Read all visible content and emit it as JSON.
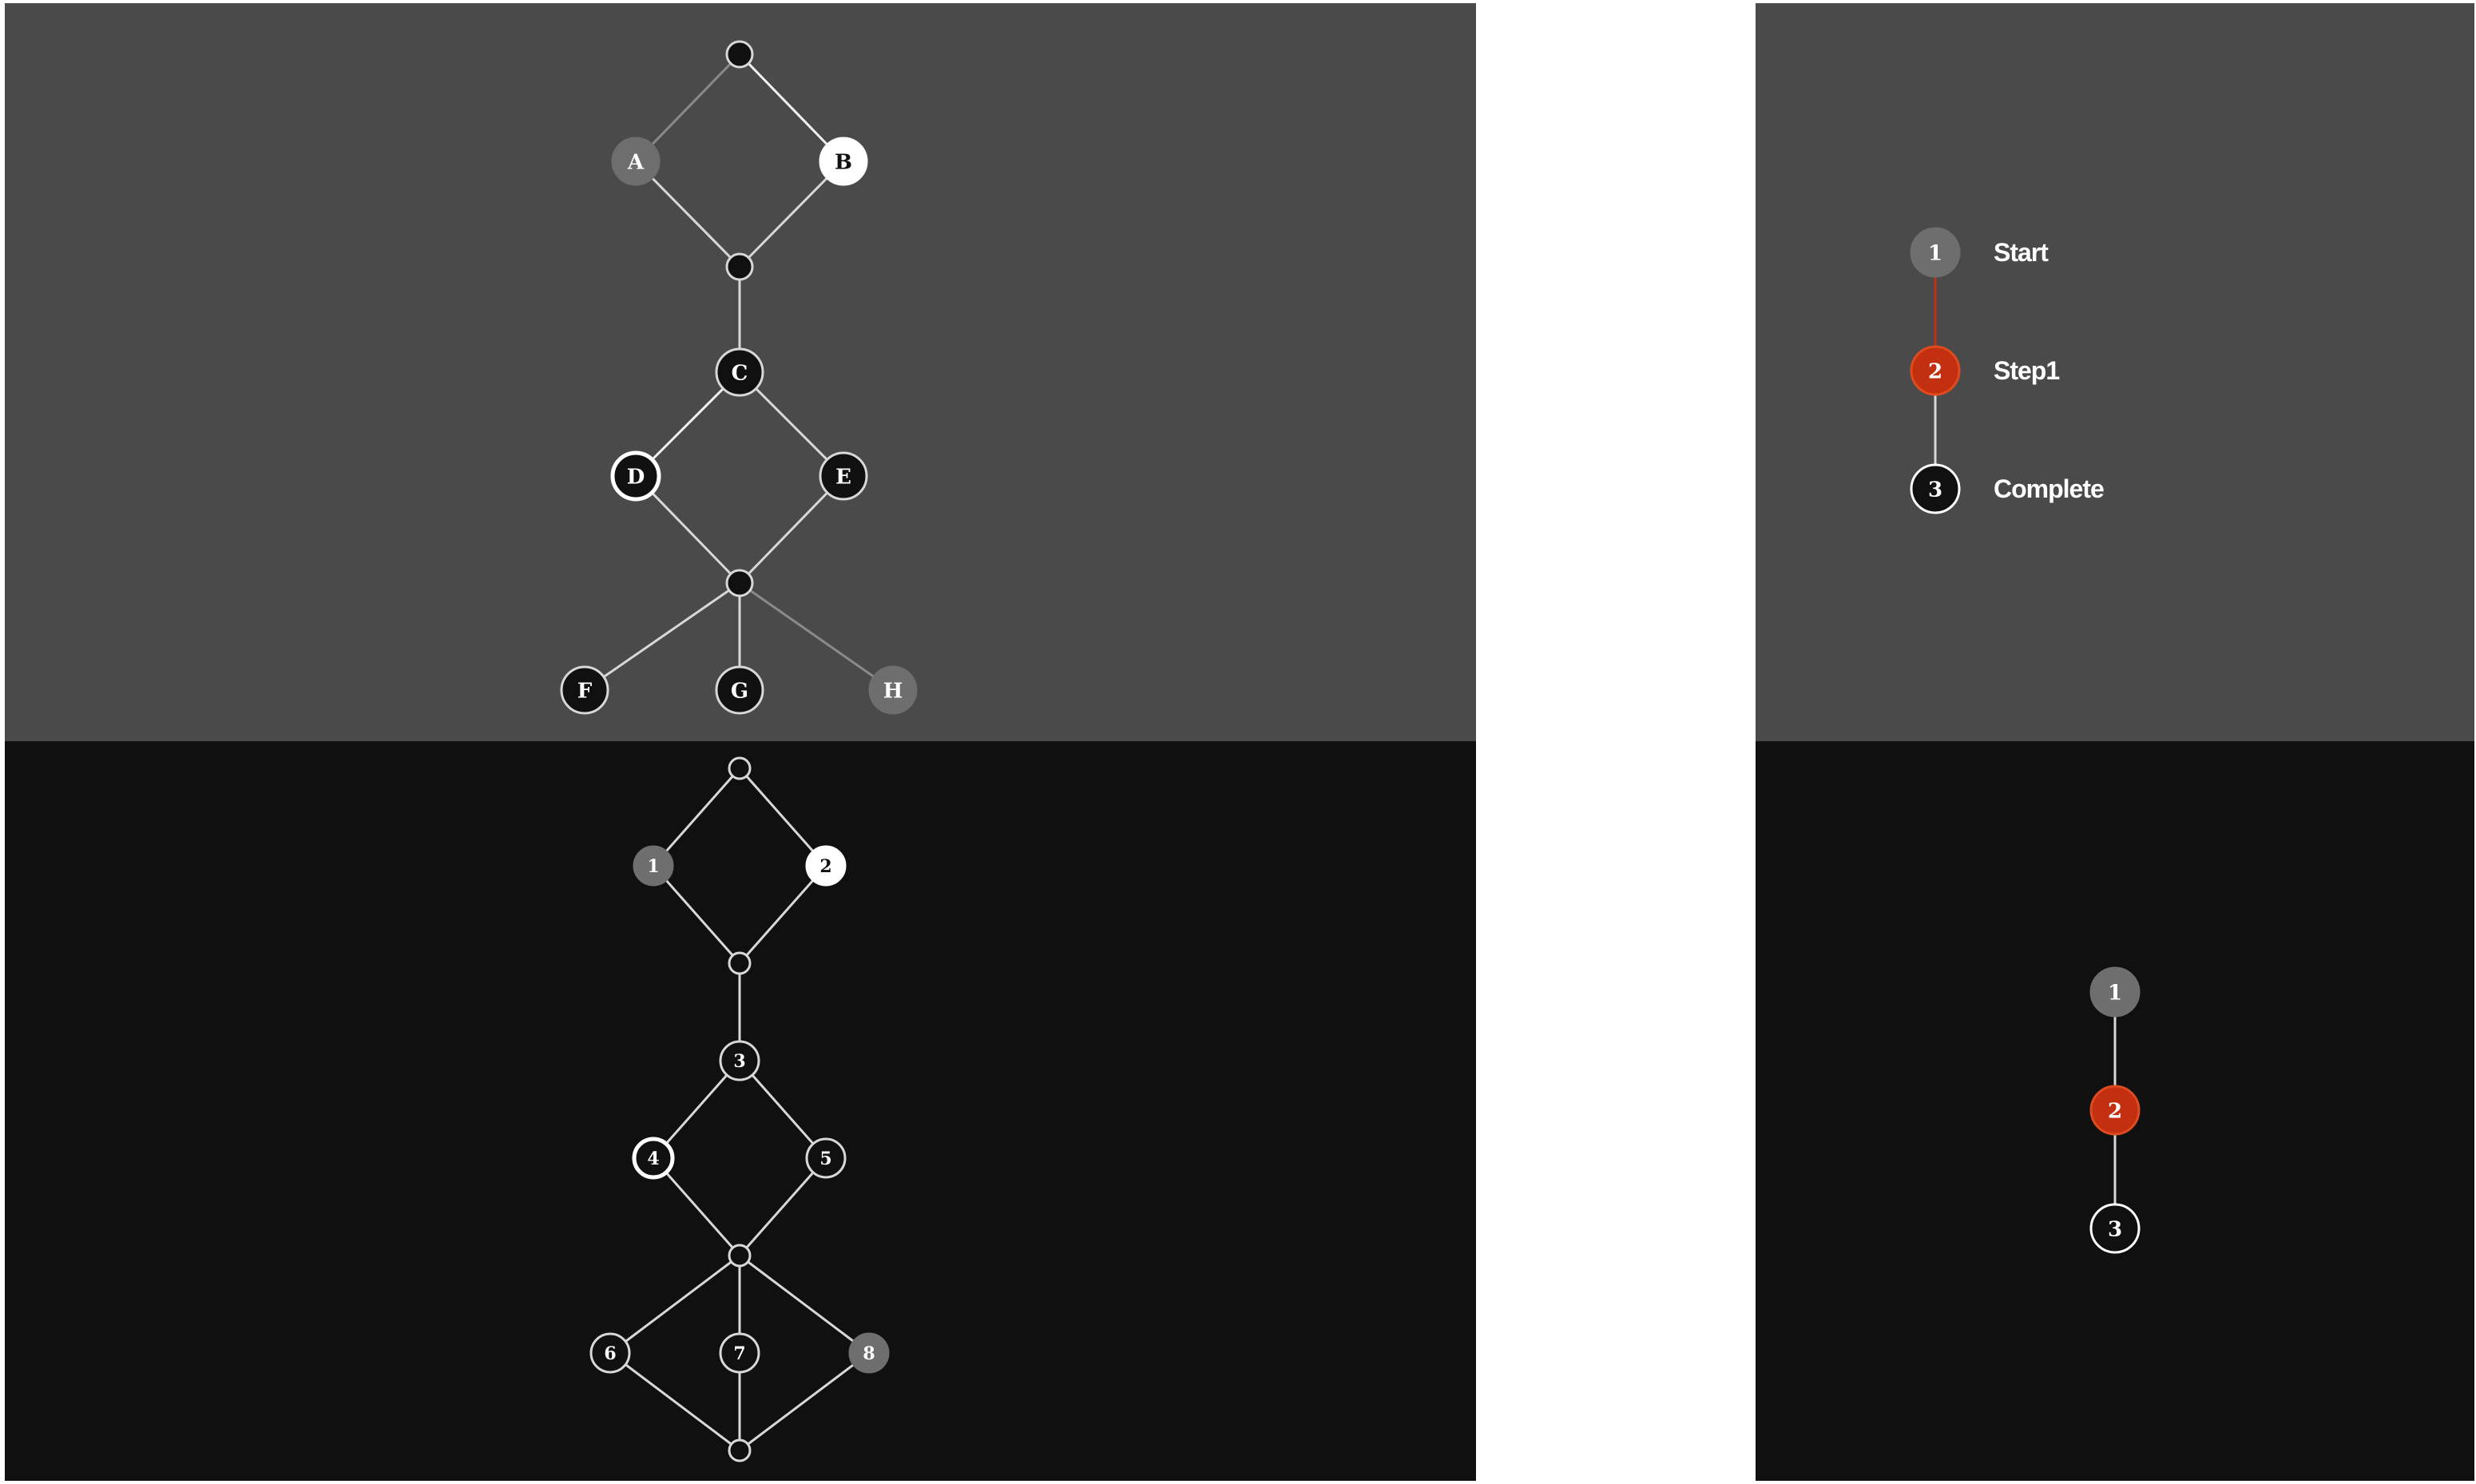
{
  "colors": {
    "grey_panel": "#4a4a4a",
    "black_panel": "#101010",
    "node_grey": "#6e6e6e",
    "node_white": "#ffffff",
    "node_black": "#101010",
    "edge_light": "#d8d8d8",
    "edge_dim": "#8a8a8a",
    "accent_red": "#c23010"
  },
  "letter_graph": {
    "nodes": [
      {
        "id": "top",
        "label": "",
        "style": "junction"
      },
      {
        "id": "A",
        "label": "A",
        "style": "grey"
      },
      {
        "id": "B",
        "label": "B",
        "style": "white"
      },
      {
        "id": "j1",
        "label": "",
        "style": "junction"
      },
      {
        "id": "C",
        "label": "C",
        "style": "black"
      },
      {
        "id": "D",
        "label": "D",
        "style": "black-bold-ring"
      },
      {
        "id": "E",
        "label": "E",
        "style": "black"
      },
      {
        "id": "j2",
        "label": "",
        "style": "junction"
      },
      {
        "id": "F",
        "label": "F",
        "style": "black"
      },
      {
        "id": "G",
        "label": "G",
        "style": "black"
      },
      {
        "id": "H",
        "label": "H",
        "style": "grey"
      }
    ],
    "edges": [
      [
        "top",
        "A",
        "dim"
      ],
      [
        "top",
        "B",
        "bright"
      ],
      [
        "A",
        "j1",
        "light"
      ],
      [
        "B",
        "j1",
        "light"
      ],
      [
        "j1",
        "C",
        "light"
      ],
      [
        "C",
        "D",
        "bright"
      ],
      [
        "C",
        "E",
        "light"
      ],
      [
        "D",
        "j2",
        "light"
      ],
      [
        "E",
        "j2",
        "light"
      ],
      [
        "j2",
        "F",
        "light"
      ],
      [
        "j2",
        "G",
        "light"
      ],
      [
        "j2",
        "H",
        "dim"
      ]
    ]
  },
  "number_graph": {
    "nodes": [
      {
        "id": "top",
        "label": "",
        "style": "junction"
      },
      {
        "id": "n1",
        "label": "1",
        "style": "grey"
      },
      {
        "id": "n2",
        "label": "2",
        "style": "white"
      },
      {
        "id": "j1",
        "label": "",
        "style": "junction"
      },
      {
        "id": "n3",
        "label": "3",
        "style": "black"
      },
      {
        "id": "n4",
        "label": "4",
        "style": "black-bold-ring"
      },
      {
        "id": "n5",
        "label": "5",
        "style": "black"
      },
      {
        "id": "j2",
        "label": "",
        "style": "junction"
      },
      {
        "id": "n6",
        "label": "6",
        "style": "black"
      },
      {
        "id": "n7",
        "label": "7",
        "style": "black"
      },
      {
        "id": "n8",
        "label": "8",
        "style": "grey"
      },
      {
        "id": "bottom",
        "label": "",
        "style": "junction"
      }
    ],
    "edges": [
      [
        "top",
        "n1",
        "light"
      ],
      [
        "top",
        "n2",
        "light"
      ],
      [
        "n1",
        "j1",
        "light"
      ],
      [
        "n2",
        "j1",
        "light"
      ],
      [
        "j1",
        "n3",
        "light"
      ],
      [
        "n3",
        "n4",
        "light"
      ],
      [
        "n3",
        "n5",
        "light"
      ],
      [
        "n4",
        "j2",
        "light"
      ],
      [
        "n5",
        "j2",
        "light"
      ],
      [
        "j2",
        "n6",
        "light"
      ],
      [
        "j2",
        "n7",
        "light"
      ],
      [
        "j2",
        "n8",
        "light"
      ],
      [
        "n6",
        "bottom",
        "light"
      ],
      [
        "n7",
        "bottom",
        "light"
      ],
      [
        "n8",
        "bottom",
        "light"
      ]
    ]
  },
  "steps_labeled": [
    {
      "number": "1",
      "label": "Start",
      "state": "done"
    },
    {
      "number": "2",
      "label": "Step1",
      "state": "active"
    },
    {
      "number": "3",
      "label": "Complete",
      "state": "pending"
    }
  ],
  "steps_compact": [
    {
      "number": "1",
      "state": "done"
    },
    {
      "number": "2",
      "state": "active"
    },
    {
      "number": "3",
      "state": "pending"
    }
  ]
}
